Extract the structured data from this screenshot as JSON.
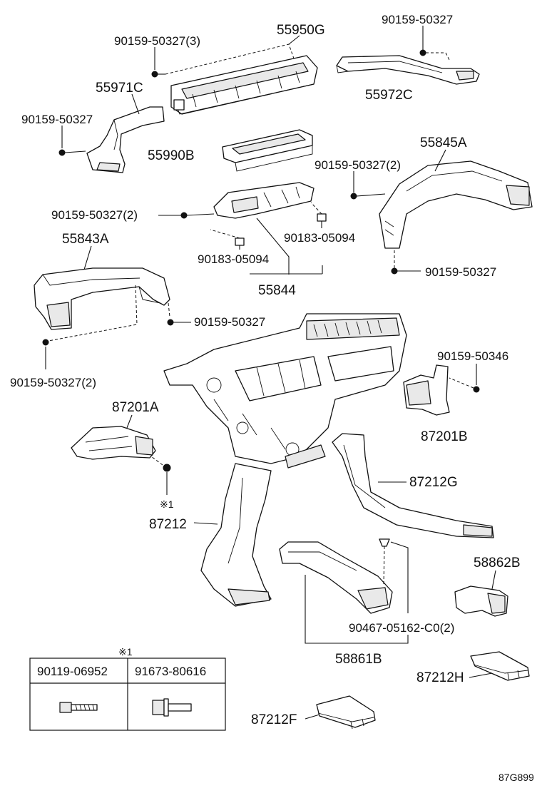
{
  "labels": {
    "p55950G": "55950G",
    "p90159_50327_3": "90159-50327(3)",
    "p90159_50327_top": "90159-50327",
    "p55972C": "55972C",
    "p55971C": "55971C",
    "p90159_50327_left": "90159-50327",
    "p55990B": "55990B",
    "p55845A": "55845A",
    "p90159_50327_2_right": "90159-50327(2)",
    "p90159_50327_2_mid": "90159-50327(2)",
    "p90183_05094_right": "90183-05094",
    "p90183_05094_left": "90183-05094",
    "p55844": "55844",
    "p90159_50327_r2": "90159-50327",
    "p55843A": "55843A",
    "p90159_50327_center": "90159-50327",
    "p90159_50327_2_left": "90159-50327(2)",
    "p90159_50346": "90159-50346",
    "p87201A": "87201A",
    "p87201B": "87201B",
    "p87212G": "87212G",
    "note_mark": "※1",
    "p87212": "87212",
    "p58862B": "58862B",
    "p90467": "90467-05162-C0(2)",
    "p58861B": "58861B",
    "p87212H": "87212H",
    "p87212F": "87212F",
    "diagram_code": "87G899"
  },
  "note_table": {
    "title": "※1",
    "columns": [
      "90119-06952",
      "91673-80616"
    ]
  }
}
